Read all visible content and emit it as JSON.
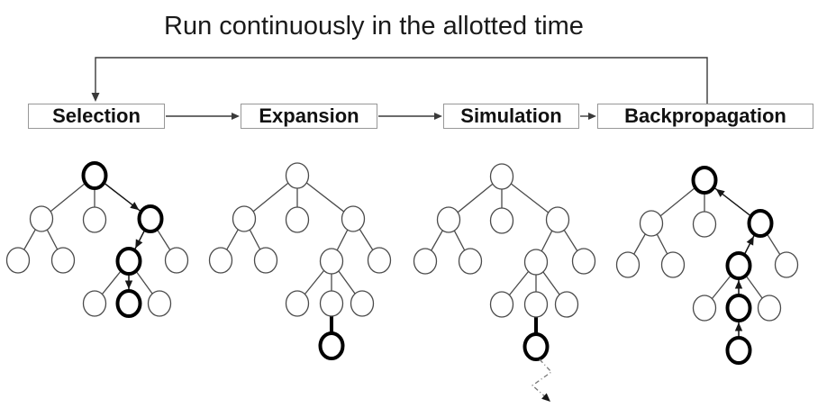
{
  "title": "Run continuously in the allotted time",
  "phases": [
    {
      "id": "selection",
      "label": "Selection"
    },
    {
      "id": "expansion",
      "label": "Expansion"
    },
    {
      "id": "simulation",
      "label": "Simulation"
    },
    {
      "id": "backpropagation",
      "label": "Backpropagation"
    }
  ],
  "loop": {
    "from": "Backpropagation",
    "to": "Selection"
  },
  "colors": {
    "line": "#3a3a3a",
    "thin_node": "#4a4a4a",
    "bold": "#000000",
    "box_border": "#979797",
    "rollout": "#777777",
    "background": "#ffffff",
    "text": "#111111"
  },
  "trees": [
    {
      "phase": "selection",
      "bold_nodes": [
        "root",
        "c",
        "ca",
        "cab"
      ],
      "arrows": [
        [
          "root",
          "c"
        ],
        [
          "c",
          "ca"
        ],
        [
          "ca",
          "cab"
        ]
      ],
      "extra_node": false,
      "bold_edges": [],
      "rollout": false
    },
    {
      "phase": "expansion",
      "bold_nodes": [
        "new"
      ],
      "arrows": [],
      "extra_node": true,
      "bold_edges": [
        [
          "cab",
          "new"
        ]
      ],
      "rollout": false
    },
    {
      "phase": "simulation",
      "bold_nodes": [
        "new"
      ],
      "arrows": [],
      "extra_node": true,
      "bold_edges": [
        [
          "cab",
          "new"
        ]
      ],
      "rollout": true
    },
    {
      "phase": "backpropagation",
      "bold_nodes": [
        "root",
        "c",
        "ca",
        "cab",
        "new"
      ],
      "arrows": [
        [
          "new",
          "cab"
        ],
        [
          "cab",
          "ca"
        ],
        [
          "ca",
          "c"
        ],
        [
          "c",
          "root"
        ]
      ],
      "extra_node": true,
      "bold_edges": [],
      "rollout": false
    }
  ]
}
